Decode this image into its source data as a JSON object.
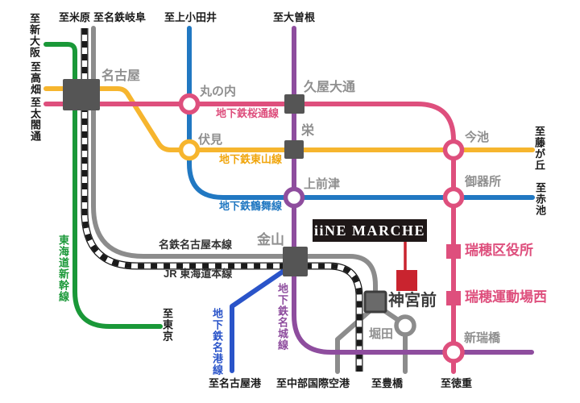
{
  "colors": {
    "sakura_pink": "#DE4F7D",
    "higashiyama_yellow": "#F6B52E",
    "higashiyama_text": "#F0A50C",
    "tsurumai_blue": "#2178C2",
    "meijo_purple": "#8E4D9E",
    "meiko_blue": "#2A54C9",
    "shinkansen_green": "#1A9838",
    "meitetsu_gray": "#8C8C8C",
    "jr_dark": "#1A1A1A",
    "square_dark": "#555555",
    "station_gray": "#8F8F8F",
    "jingumae_dark": "#3C3C3C",
    "terminus_dark": "#1A1A1A",
    "brand_red": "#C9242F",
    "logo_bg": "#1E1717"
  },
  "logo": {
    "text": "iiNE MARCHE"
  },
  "stations": {
    "nagoya": {
      "name": "名古屋"
    },
    "marunouchi": {
      "name": "丸の内"
    },
    "hisaya_odori": {
      "name": "久屋大通"
    },
    "fushimi": {
      "name": "伏見"
    },
    "sakae": {
      "name": "栄"
    },
    "imaike": {
      "name": "今池"
    },
    "gokiso": {
      "name": "御器所"
    },
    "kamimaezu": {
      "name": "上前津"
    },
    "kanayama": {
      "name": "金山"
    },
    "jingumae": {
      "name": "神宮前"
    },
    "horita": {
      "name": "堀田"
    },
    "aratamabashi": {
      "name": "新瑞橋"
    },
    "mizuho_kuyakusho": {
      "name": "瑞穂区役所"
    },
    "mizuho_undojo_nishi": {
      "name": "瑞穂運動場西"
    }
  },
  "line_labels": {
    "sakuradori": {
      "name": "地下鉄桜通線"
    },
    "higashiyama": {
      "name": "地下鉄東山線"
    },
    "tsurumai": {
      "name": "地下鉄鶴舞線"
    },
    "meitetsu": {
      "name": "名鉄名古屋本線"
    },
    "jr": {
      "name": "JR 東海道本線"
    },
    "meijo": {
      "name": "地下鉄名城線"
    },
    "meiko": {
      "name": "地下鉄名港線"
    },
    "shinkansen": {
      "name": "東海道新幹線"
    }
  },
  "termini": {
    "maibara": "至米原",
    "meitetsu_gifu": "至名鉄岐阜",
    "kamiotai": "至上小田井",
    "ozone": "至大曽根",
    "shin_osaka": "至新大阪",
    "takabata": "至高畑",
    "taiko_dori": "至太閤通",
    "fujigaoka": "至藤が丘",
    "akaike": "至赤池",
    "tokyo": "至東京",
    "nagoyako": "至名古屋港",
    "centrair": "至中部国際空港",
    "toyohashi": "至豊橋",
    "tokushige": "至徳重"
  }
}
